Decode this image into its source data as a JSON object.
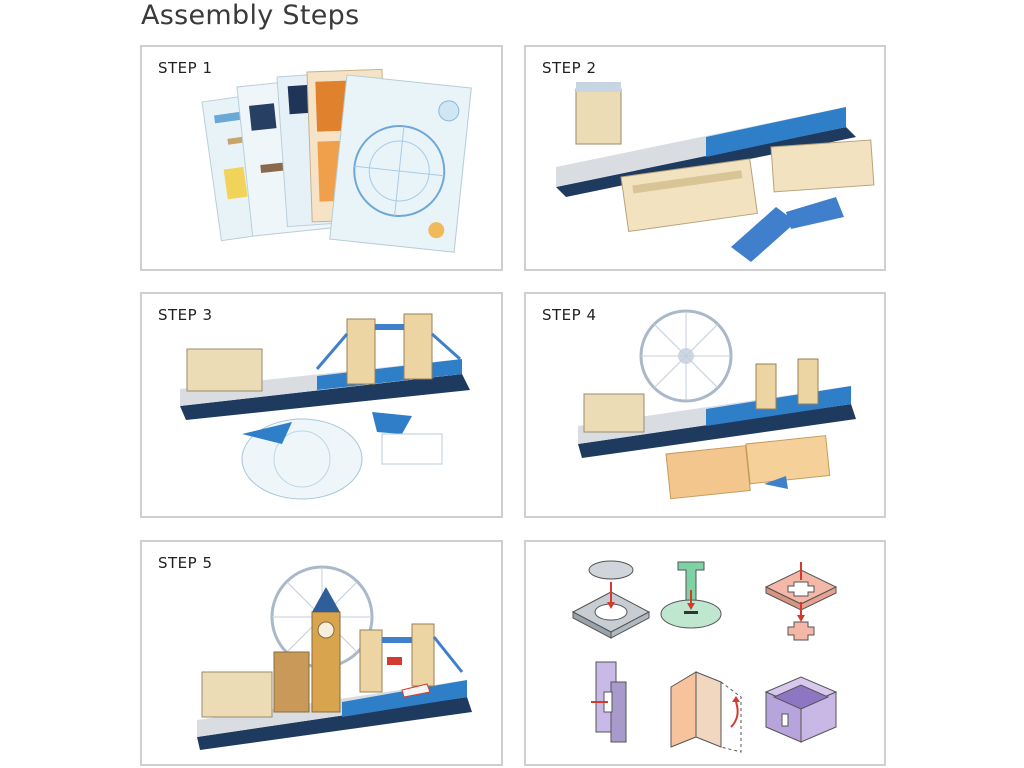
{
  "page": {
    "title": "Assembly Steps"
  },
  "steps": [
    {
      "label": "STEP 1"
    },
    {
      "label": "STEP 2"
    },
    {
      "label": "STEP 3"
    },
    {
      "label": "STEP 4"
    },
    {
      "label": "STEP 5"
    }
  ],
  "colors": {
    "border": "#cfcfcf",
    "water_blue": "#2f7fc8",
    "base_navy": "#1e3a5f",
    "stone": "#ecdcb6",
    "sheet_bg": "#e6f2f7",
    "tab_red": "#d43a2f"
  }
}
